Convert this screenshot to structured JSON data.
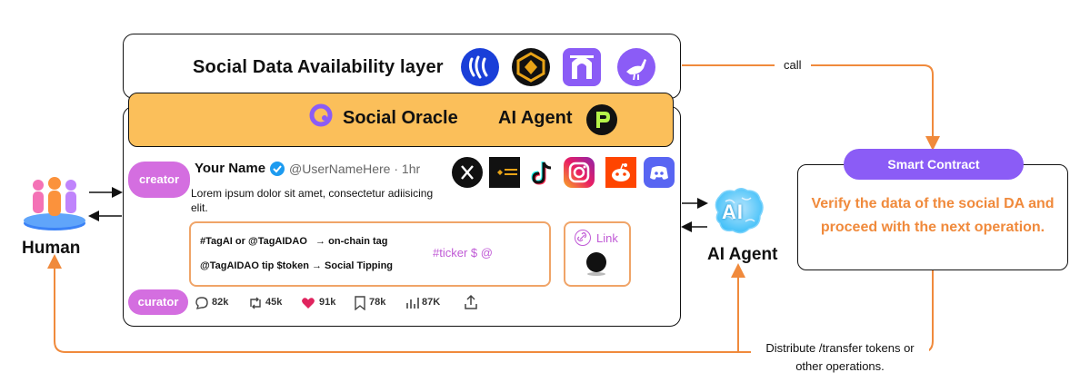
{
  "sda": {
    "title": "Social Data Availability layer"
  },
  "oracle": {
    "name": "Social Oracle",
    "agent": "AI Agent"
  },
  "post": {
    "creator_tag": "creator",
    "curator_tag": "curator",
    "name": "Your Name",
    "handle": "@UserNameHere · 1hr",
    "body": "Lorem ipsum dolor sit amet, consectetur adiisicing elit.",
    "tag_line1_a": "#TagAI or @TagAIDAO",
    "tag_line1_b": "on-chain tag",
    "tag_line2_a": "@TagAIDAO tip $token",
    "tag_line2_b": "Social Tipping",
    "ticker": "#ticker $ @",
    "link": "Link",
    "stats": {
      "comments": "82k",
      "reposts": "45k",
      "likes": "91k",
      "saves": "78k",
      "views": "87K"
    }
  },
  "human": {
    "label": "Human"
  },
  "ai_agent": {
    "label": "AI Agent",
    "badge": "AI"
  },
  "smart_contract": {
    "title": "Smart Contract",
    "text": "Verify the data of the social DA and proceed with the next operation."
  },
  "flows": {
    "call": "call",
    "distribute": "Distribute /transfer tokens or other operations."
  },
  "colors": {
    "orange": "#f08a3c",
    "oracle": "#fbbf5a",
    "pill": "#d46ee0",
    "contract": "#8b5cf6"
  }
}
